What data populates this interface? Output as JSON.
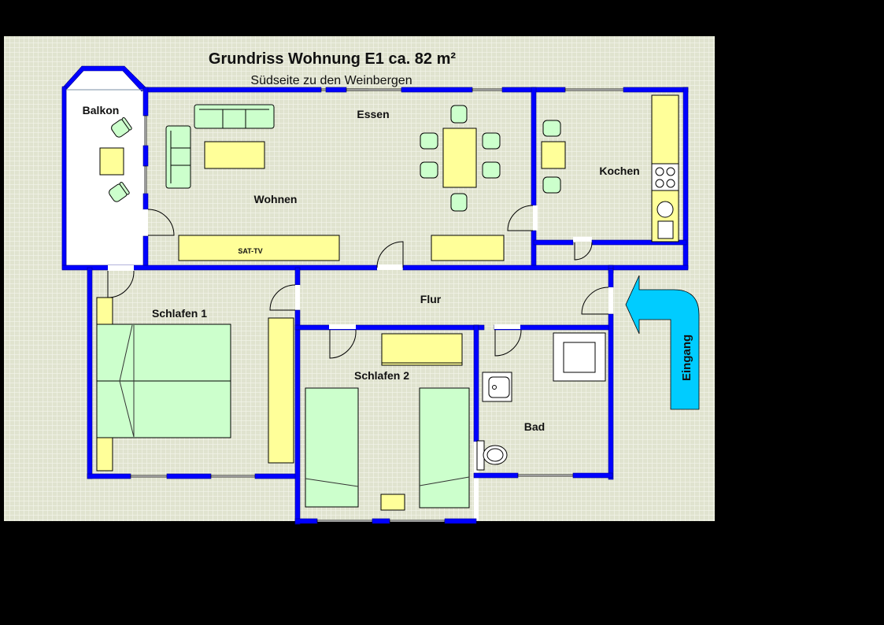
{
  "header": {
    "title": "Grundriss Wohnung E1 ca. 82 m²",
    "subtitle": "Südseite zu den Weinbergen"
  },
  "rooms": {
    "balkon": "Balkon",
    "essen": "Essen",
    "wohnen": "Wohnen",
    "kochen": "Kochen",
    "flur": "Flur",
    "schlafen1": "Schlafen 1",
    "schlafen2": "Schlafen 2",
    "bad": "Bad"
  },
  "furniture": {
    "tv_label": "SAT-TV"
  },
  "entrance": {
    "label": "Eingang",
    "arrow_color": "#00ccff"
  },
  "colors": {
    "background": "#e2e5d3",
    "grid": "#f2f3ea",
    "wall": "#0000ff",
    "furniture_yellow": "#ffff99",
    "furniture_green": "#ccffcc",
    "frame": "#000000"
  }
}
